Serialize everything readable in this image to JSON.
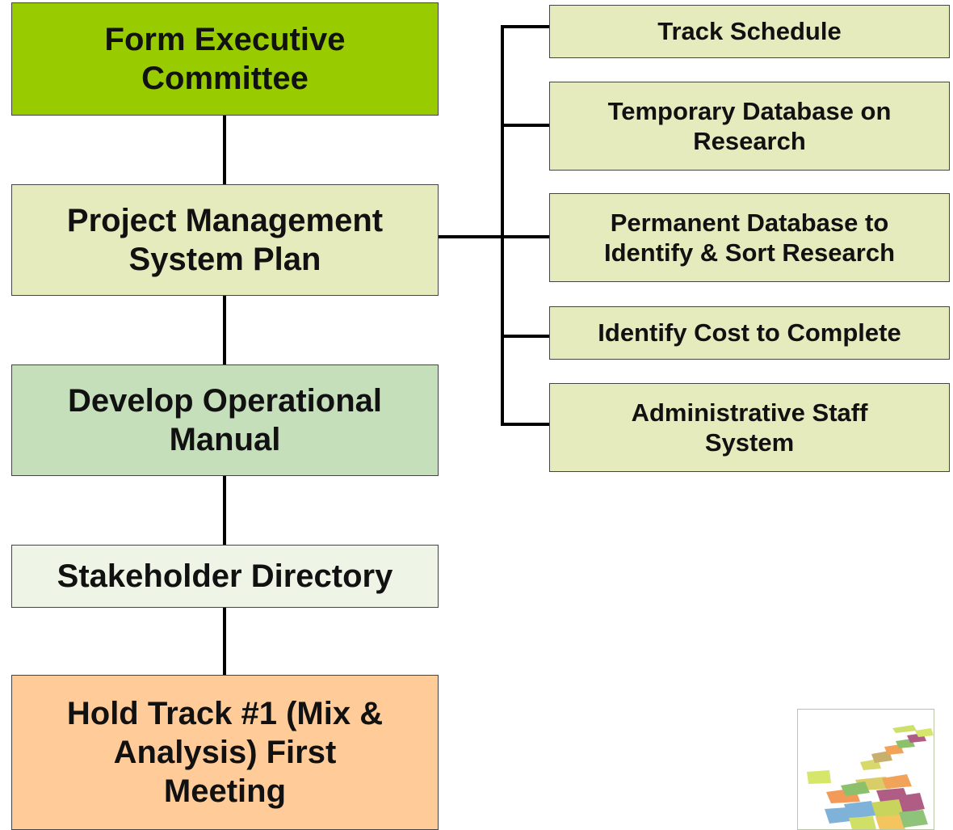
{
  "main_steps": [
    {
      "label": "Form Executive\nCommittee",
      "color": "#99cc00"
    },
    {
      "label": "Project Management\nSystem Plan",
      "color": "#e6ebbe"
    },
    {
      "label": "Develop Operational\nManual",
      "color": "#c5dfbb"
    },
    {
      "label": "Stakeholder Directory",
      "color": "#eef4e6"
    },
    {
      "label": "Hold Track #1 (Mix &\nAnalysis) First\nMeeting",
      "color": "#ffcc99"
    }
  ],
  "sub_steps": [
    {
      "label": "Track Schedule"
    },
    {
      "label": "Temporary Database on\nResearch"
    },
    {
      "label": "Permanent Database to\nIdentify & Sort Research"
    },
    {
      "label": "Identify Cost to Complete"
    },
    {
      "label": "Administrative Staff\nSystem"
    }
  ],
  "logo": {
    "icon": "road-logo-icon"
  }
}
